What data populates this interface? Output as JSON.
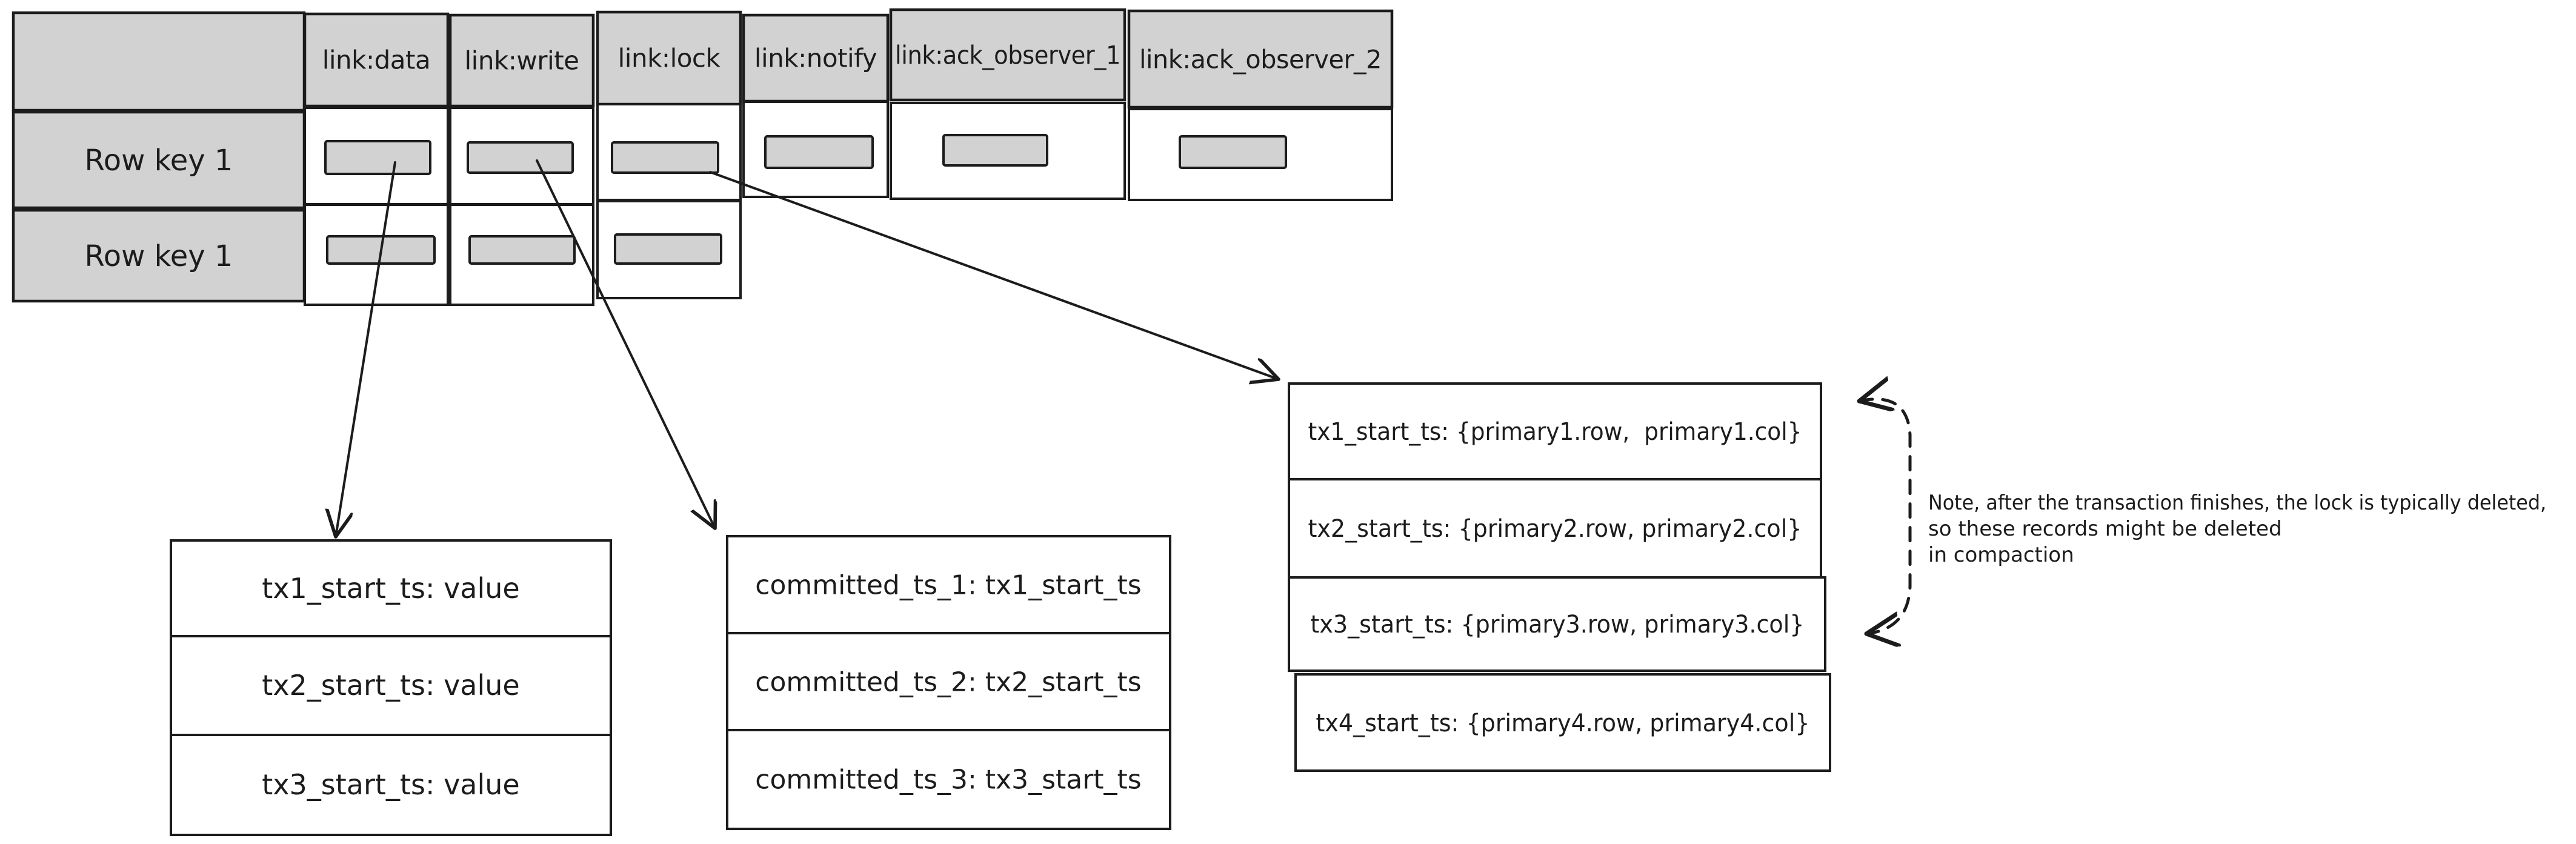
{
  "colors": {
    "background": "#ffffff",
    "stroke": "#1c1c1c",
    "cell_fill": "#d2d2d2"
  },
  "table": {
    "columns": [
      {
        "label": "link:data"
      },
      {
        "label": "link:write"
      },
      {
        "label": "link:lock"
      },
      {
        "label": "link:notify"
      },
      {
        "label": "link:ack_observer_1"
      },
      {
        "label": "link:ack_observer_2"
      }
    ],
    "rows": [
      {
        "label": "Row key 1"
      },
      {
        "label": "Row key 1"
      }
    ]
  },
  "detail_boxes": {
    "data_column": {
      "rows": [
        "tx1_start_ts: value",
        "tx2_start_ts: value",
        "tx3_start_ts: value"
      ]
    },
    "write_column": {
      "rows": [
        "committed_ts_1: tx1_start_ts",
        "committed_ts_2: tx2_start_ts",
        "committed_ts_3: tx3_start_ts"
      ]
    },
    "lock_column": {
      "rows": [
        "tx1_start_ts: {primary1.row,  primary1.col}",
        "tx2_start_ts: {primary2.row, primary2.col}",
        "tx3_start_ts: {primary3.row, primary3.col}",
        "tx4_start_ts: {primary4.row, primary4.col}"
      ]
    }
  },
  "note": {
    "lines": [
      "Note, after the transaction finishes, the lock is typically deleted,",
      "so these records might be deleted",
      "in compaction"
    ]
  }
}
